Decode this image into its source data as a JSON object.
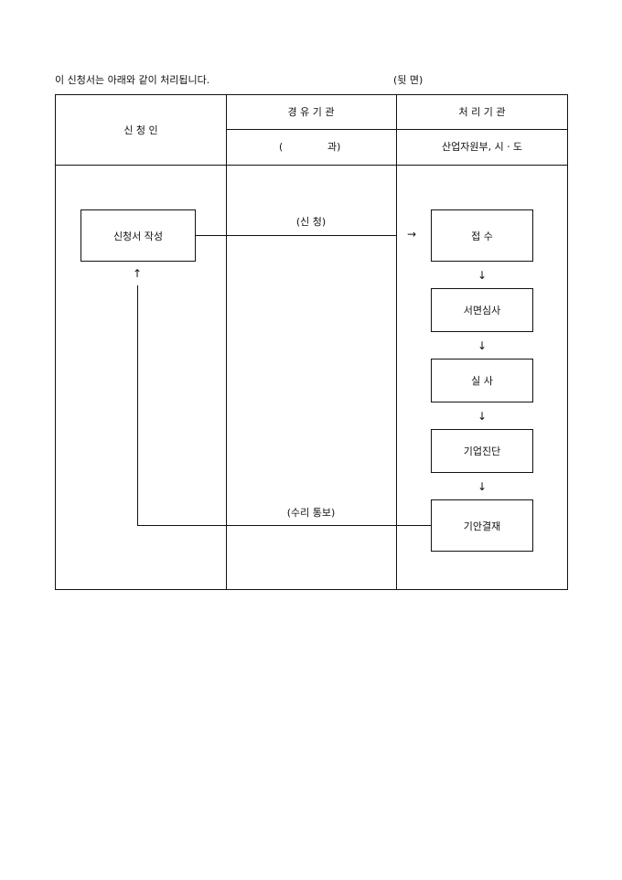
{
  "header": {
    "note": "이 신청서는 아래와 같이 처리됩니다.",
    "side": "(뒷 면)"
  },
  "table": {
    "col_applicant": "신   청   인",
    "col_via": "경 유 기 관",
    "col_via_sub_open": "(",
    "col_via_sub_close": "과)",
    "col_processor": "처 리 기 관",
    "col_processor_sub": "산업자원부, 시ㆍ도"
  },
  "flow": {
    "apply_box": "신청서 작성",
    "apply_label": "(신 청)",
    "notify_label": "(수리 통보)",
    "steps": [
      "접      수",
      "서면심사",
      "실      사",
      "기업진단",
      "기안결재"
    ],
    "arrow_right": "→",
    "arrow_down": "↓",
    "arrow_up": "↑"
  }
}
